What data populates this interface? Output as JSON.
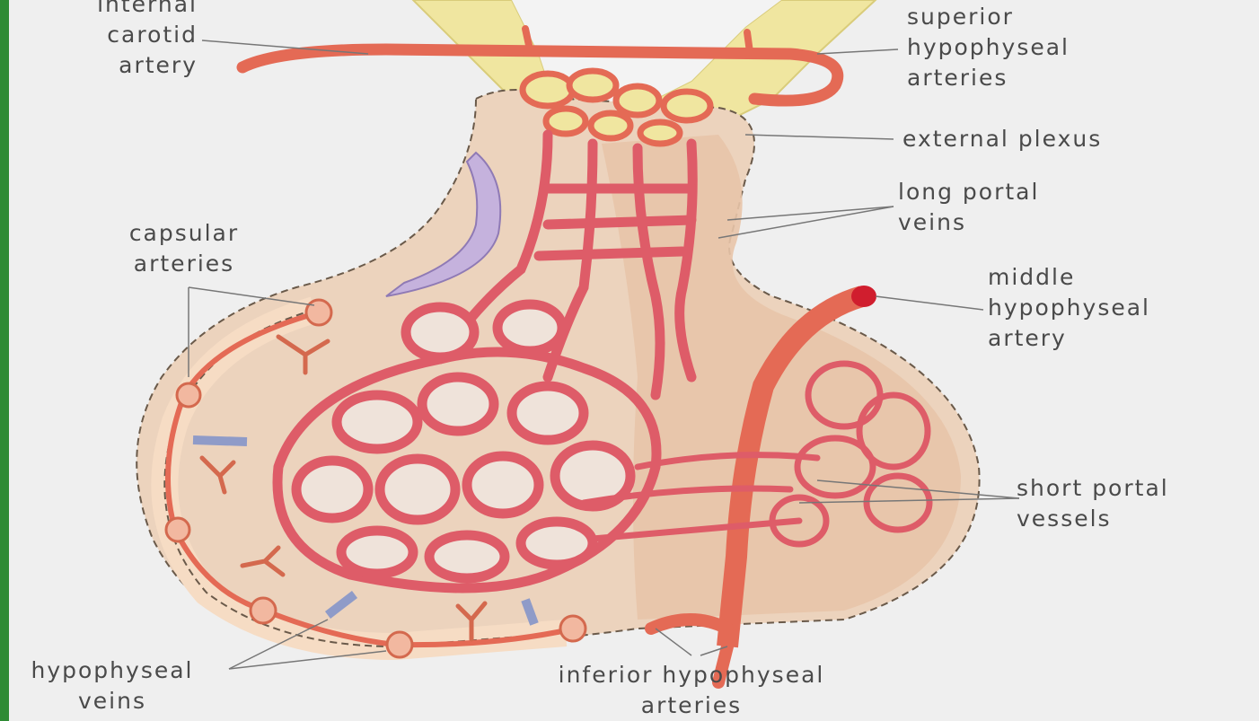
{
  "diagram": {
    "labels": {
      "internal_carotid_artery": "internal\ncarotid\nartery",
      "superior_hypophyseal_arteries": "superior\nhypophyseal\narteries",
      "external_plexus": "external plexus",
      "long_portal_veins": "long portal\nveins",
      "capsular_arteries": "capsular\narteries",
      "middle_hypophyseal_artery": "middle\nhypophyseal\nartery",
      "short_portal_vessels": "short portal\nvessels",
      "hypophyseal_veins": "hypophyseal\nveins",
      "inferior_hypophyseal_arteries": "inferior hypophyseal\narteries"
    },
    "colors": {
      "frame": "#2e8b34",
      "background": "#efefef",
      "artery": "#e46a55",
      "portal_vessel": "#de5c68",
      "gland_tissue": "#ecd3bd",
      "stalk": "#f0e6a0",
      "vein": "#8f9bc8",
      "capsule": "#f6dcc4"
    }
  }
}
